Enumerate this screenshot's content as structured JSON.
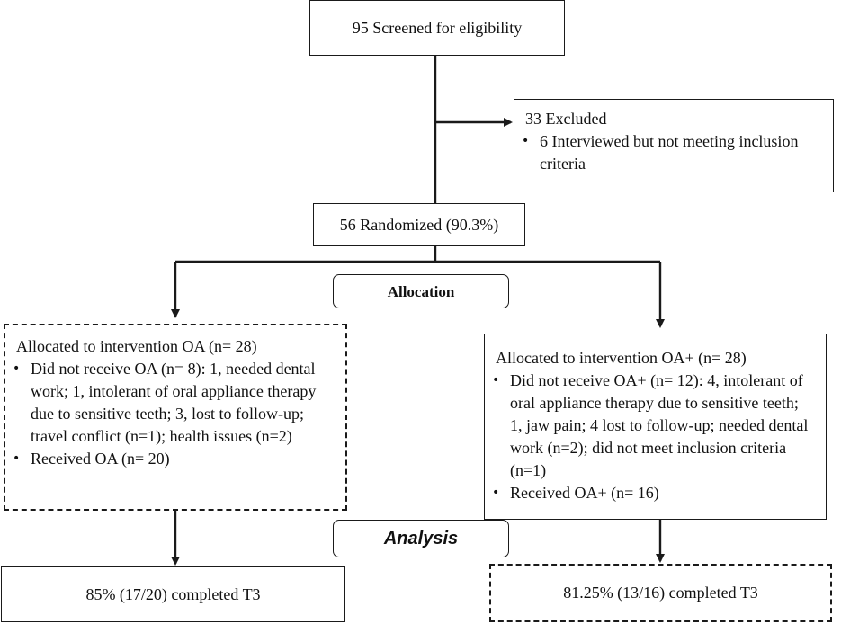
{
  "screened": {
    "text": "95 Screened for eligibility"
  },
  "excluded": {
    "title": "33 Excluded",
    "items": [
      "6   Interviewed but not meeting inclusion criteria"
    ]
  },
  "randomized": {
    "text": "56 Randomized (90.3%)"
  },
  "allocation_label": "Allocation",
  "arm_oa": {
    "title": "Allocated to intervention OA (n= 28)",
    "items": [
      "Did not receive OA (n= 8): 1, needed dental work; 1, intolerant of oral appliance therapy due to sensitive teeth; 3, lost to follow-up; travel conflict (n=1); health issues (n=2)",
      "Received OA (n= 20)"
    ]
  },
  "arm_oaplus": {
    "title": "Allocated to intervention OA+ (n= 28)",
    "items": [
      "Did not receive OA+ (n= 12): 4, intolerant of oral appliance therapy due to sensitive teeth; 1, jaw pain; 4 lost to follow-up; needed dental work (n=2); did not meet inclusion criteria (n=1)",
      "Received OA+ (n= 16)"
    ]
  },
  "analysis_label": "Analysis",
  "completed_oa": {
    "text": "85% (17/20) completed T3"
  },
  "completed_oaplus": {
    "text": "81.25% (13/16) completed T3"
  },
  "colors": {
    "line": "#1a1a1a",
    "background": "#ffffff"
  }
}
